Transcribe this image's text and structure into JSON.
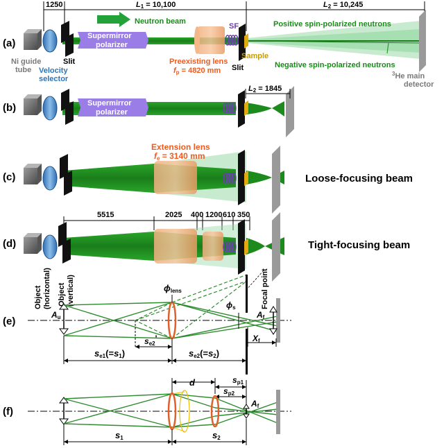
{
  "panels": {
    "a": {
      "label": "(a)",
      "dim_1250": "1250",
      "dim_L1": "L",
      "dim_L1_sub": "1",
      "dim_L1_val": " = 10,100",
      "dim_L2": "L",
      "dim_L2_sub": "2",
      "dim_L2_val": " = 10,245",
      "neutron_beam": "Neutron beam",
      "sf": "SF",
      "ni_guide_1": "Ni guide",
      "ni_guide_2": "tube",
      "velocity_1": "Velocity",
      "velocity_2": "selector",
      "slit_left": "Slit",
      "polarizer_1": "Supermirror",
      "polarizer_2": "polarizer",
      "lens_1": "Preexisting lens",
      "lens_f": "f",
      "lens_f_sub": "p",
      "lens_f_val": " = 4820 mm",
      "sample": "Sample",
      "slit_right": "Slit",
      "positive": "Positive spin-polarized neutrons",
      "negative": "Negative spin-polarized neutrons",
      "detector_sup": "3",
      "detector_1": "He main",
      "detector_2": "detector"
    },
    "b": {
      "label": "(b)",
      "polarizer_1": "Supermirror",
      "polarizer_2": "polarizer",
      "dim_L2": "L",
      "dim_L2_sub": "2",
      "dim_L2_val": " = 1845"
    },
    "c": {
      "label": "(c)",
      "lens_1": "Extension lens",
      "lens_f": "f",
      "lens_f_sub": "e",
      "lens_f_val": " = 3140 mm",
      "title": "Loose-focusing beam"
    },
    "d": {
      "label": "(d)",
      "dims": [
        "5515",
        "2025",
        "400",
        "1200",
        "610",
        "350"
      ],
      "title": "Tight-focusing beam",
      "obj_h_1": "Object",
      "obj_h_2": "(horizontal)",
      "obj_v_1": "Object",
      "obj_v_2": "(vertical)",
      "focal": "Focal point"
    },
    "e": {
      "label": "(e)",
      "phi_lens": "ϕ",
      "phi_lens_sub": "lens",
      "phi_s": "ϕ",
      "phi_s_sub": "s",
      "Au": "A",
      "Au_sub": "u",
      "Af": "A",
      "Af_sub": "f",
      "se2p": "s",
      "se2p_sub": "e2",
      "se2p_prime": "'",
      "se1": "s",
      "se1_sub": "e1",
      "se1_eq": "(=",
      "se1_s": "s",
      "se1_s_sub": "1",
      "se1_close": ")",
      "se2": "s",
      "se2_sub": "e2",
      "se2_eq": "(=",
      "se2_s": "s",
      "se2_s_sub": "2",
      "se2_close": ")",
      "Xf": "X",
      "Xf_sub": "f"
    },
    "f": {
      "label": "(f)",
      "d": "d",
      "sp1": "s",
      "sp1_sub": "p1",
      "sp2": "s",
      "sp2_sub": "p2",
      "Af": "A",
      "Af_sub": "f",
      "s1": "s",
      "s1_sub": "1",
      "s2": "s",
      "s2_sub": "2"
    }
  },
  "colors": {
    "beam": "#1f8f1f",
    "beam_light": "#8fd49b",
    "lens": "#f0a070",
    "purple": "#8c6be0",
    "blue": "#3b7fc4",
    "label_green": "#1a8a1a",
    "label_orange": "#ee5a1e"
  }
}
